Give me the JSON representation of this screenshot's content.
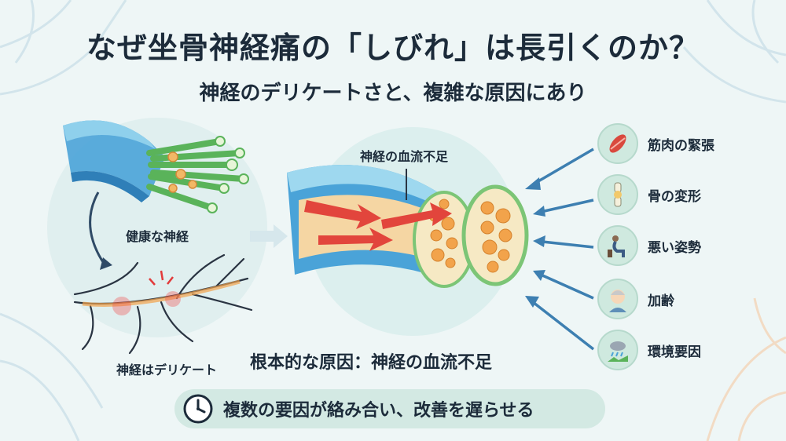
{
  "title": "なぜ坐骨神経痛の「しびれ」は長引くのか？",
  "subtitle": "神経のデリケートさと、複雑な原因にあり",
  "left_panel": {
    "healthy_label": "健康な神経",
    "delicate_label": "神経はデリケート"
  },
  "center_panel": {
    "callout_label": "神経の血流不足",
    "main_cause": "根本的な原因：神経の血流不足"
  },
  "factors": [
    {
      "label": "筋肉の緊張",
      "icon": "muscle-icon"
    },
    {
      "label": "骨の変形",
      "icon": "bone-joint-icon"
    },
    {
      "label": "悪い姿勢",
      "icon": "bad-posture-icon"
    },
    {
      "label": "加齢",
      "icon": "elderly-person-icon"
    },
    {
      "label": "環境要因",
      "icon": "weather-icon"
    }
  ],
  "footer": {
    "message": "複数の要因が絡み合い、改善を遅らせる",
    "icon": "clock-icon"
  },
  "colors": {
    "background": "#eef6f6",
    "arrow_blue": "#3d7fb1",
    "blood_red": "#e2453c",
    "nerve_green": "#7cc576",
    "nerve_blue": "#4aa3d8"
  }
}
